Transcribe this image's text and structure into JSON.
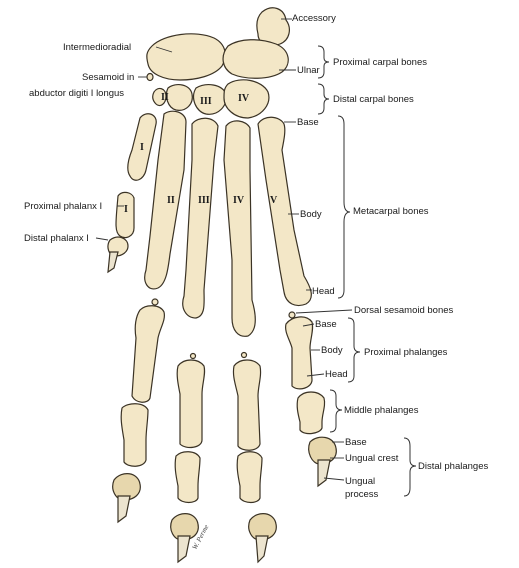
{
  "labels": {
    "accessory": "Accessory",
    "intermedioradial": "Intermedioradial",
    "ulnar": "Ulnar",
    "sesamoid_line1": "Sesamoid in",
    "sesamoid_line2": "abductor digiti I longus",
    "proximal_carpal": "Proximal carpal bones",
    "distal_carpal": "Distal carpal bones",
    "base_meta": "Base",
    "body_meta": "Body",
    "head_meta": "Head",
    "metacarpal_bones": "Metacarpal bones",
    "proximal_phalanx_1": "Proximal phalanx I",
    "distal_phalanx_1": "Distal phalanx I",
    "dorsal_sesamoid": "Dorsal sesamoid bones",
    "base_prox": "Base",
    "body_prox": "Body",
    "head_prox": "Head",
    "proximal_phalanges": "Proximal phalanges",
    "middle_phalanges": "Middle phalanges",
    "base_distal": "Base",
    "ungual_crest": "Ungual crest",
    "ungual_process_line1": "Ungual",
    "ungual_process_line2": "process",
    "distal_phalanges": "Distal phalanges"
  },
  "numerals": {
    "carpal_two": "II",
    "carpal_three": "III",
    "carpal_four": "IV",
    "meta_one": "I",
    "meta_two": "II",
    "meta_three": "III",
    "meta_four": "IV",
    "meta_five": "V",
    "phal_one": "I"
  },
  "signature": "W. Perme"
}
